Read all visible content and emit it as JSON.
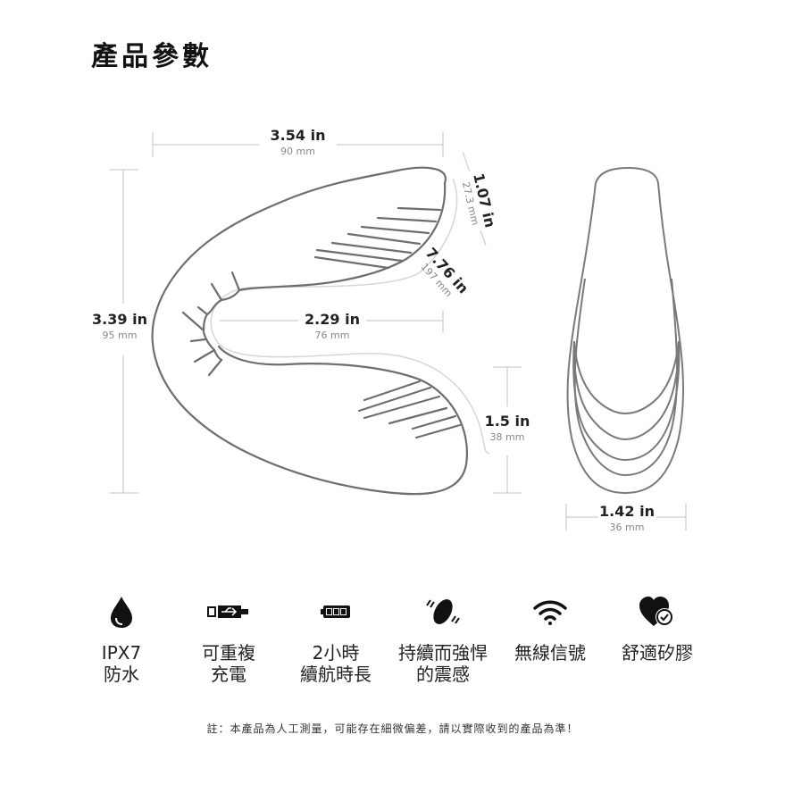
{
  "header": {
    "title": "產品參數"
  },
  "dimensions": {
    "width_top": {
      "in": "3.54 in",
      "mm": "90 mm"
    },
    "tip_thickness": {
      "in": "1.07 in",
      "mm": "27.3 mm"
    },
    "arc_length": {
      "in": "7.76 in",
      "mm": "197 mm"
    },
    "height_left": {
      "in": "3.39 in",
      "mm": "95 mm"
    },
    "inner_length": {
      "in": "2.29 in",
      "mm": "76 mm"
    },
    "bulb_height": {
      "in": "1.5 in",
      "mm": "38 mm"
    },
    "side_width": {
      "in": "1.42 in",
      "mm": "36 mm"
    }
  },
  "features": [
    {
      "icon": "water-drop-icon",
      "line1": "IPX7",
      "line2": "防水"
    },
    {
      "icon": "usb-charge-icon",
      "line1": "可重複",
      "line2": "充電"
    },
    {
      "icon": "battery-icon",
      "line1": "2小時",
      "line2": "續航時長"
    },
    {
      "icon": "vibration-icon",
      "line1": "持續而強悍",
      "line2": "的震感"
    },
    {
      "icon": "wireless-icon",
      "line1": "無線信號",
      "line2": ""
    },
    {
      "icon": "heart-check-icon",
      "line1": "舒適矽膠",
      "line2": ""
    }
  ],
  "colors": {
    "outline": "#6e6e6e",
    "dim_line": "#d6d6d6",
    "icon": "#111111"
  },
  "footer": {
    "note": "註：本產品為人工測量，可能存在細微偏差，請以實際收到的產品為準！"
  }
}
